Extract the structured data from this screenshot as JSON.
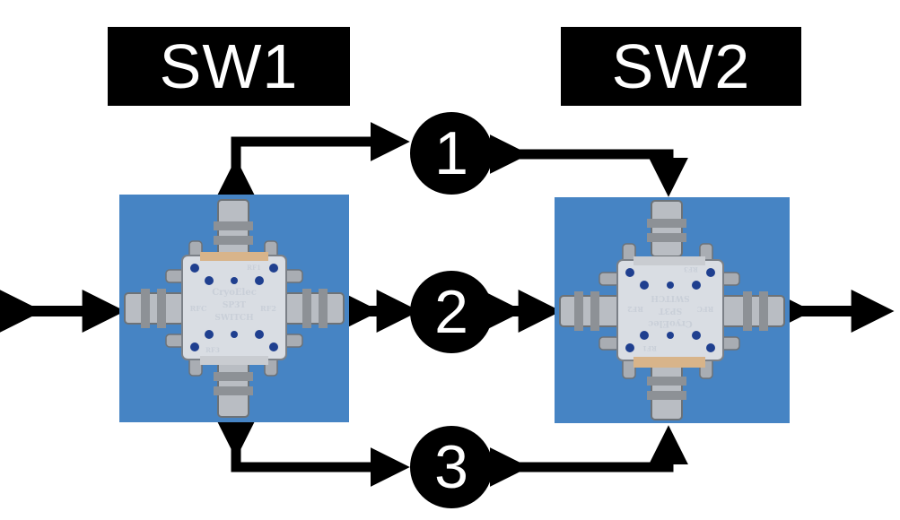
{
  "labels": {
    "switch_1": "SW1",
    "switch_2": "SW2"
  },
  "ports": {
    "port_1": "1",
    "port_2": "2",
    "port_3": "3"
  },
  "switch_marking": {
    "brand": "CryoElec",
    "model": "SP3T",
    "type": "SWITCH",
    "common_port": "RFC",
    "port_1": "RF1",
    "port_2": "RF2",
    "port_3": "RF3"
  },
  "colors": {
    "background": "#ffffff",
    "arrows": "#000000",
    "photo_background": "#3f7fc0",
    "switch_body": "#d9dde3",
    "connector": "#b9bdc3",
    "screw_hole": "#1f3f8f"
  }
}
